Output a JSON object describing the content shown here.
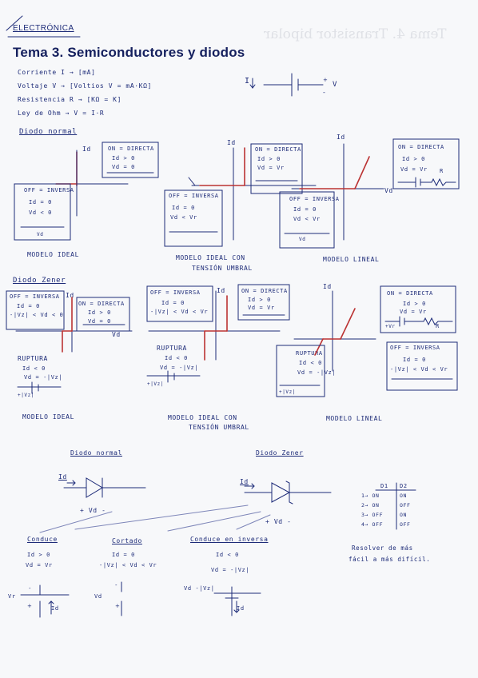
{
  "subject": "ELECTRÓNICA",
  "title": "Tema 3. Semiconductores y diodos",
  "definitions": [
    "Corriente   I  →  [mA]",
    "Voltaje   V  →  [Voltios  V = mA·KΩ]",
    "Resistencia R →  [KΩ = K]",
    "Ley de Ohm  →  V = I·R"
  ],
  "source_labels": {
    "current": "I",
    "voltage": "V"
  },
  "section_normal": "Diodo normal",
  "section_zener": "Diodo Zener",
  "axis": {
    "current": "Id",
    "voltage": "Vd"
  },
  "normal_ideal": {
    "on_box": [
      "ON = DIRECTA",
      "Id > 0",
      "Vd = 0"
    ],
    "off_box": [
      "OFF = INVERSA",
      "Id = 0",
      "Vd < 0"
    ],
    "caption": "MODELO IDEAL"
  },
  "normal_umbral": {
    "on_box": [
      "ON = DIRECTA",
      "Id > 0",
      "Vd = Vr"
    ],
    "off_box": [
      "OFF = INVERSA",
      "Id = 0",
      "Vd < Vr"
    ],
    "caption": [
      "MODELO IDEAL CON",
      "TENSIÓN UMBRAL"
    ]
  },
  "normal_lineal": {
    "on_box": [
      "ON = DIRECTA",
      "Id > 0",
      "Vd = Vr",
      "R"
    ],
    "off_box": [
      "OFF = INVERSA",
      "Id = 0",
      "Vd < Vr"
    ],
    "caption": "MODELO LINEAL"
  },
  "zener_ideal": {
    "off_box": [
      "OFF = INVERSA",
      "Id = 0",
      "-|Vz| < Vd < 0"
    ],
    "on_box": [
      "ON = DIRECTA",
      "Id > 0",
      "Vd = 0"
    ],
    "rupt_box": [
      "RUPTURA",
      "Id < 0",
      "Vd = -|Vz|",
      "+|Vz|"
    ],
    "caption": "MODELO IDEAL"
  },
  "zener_umbral": {
    "off_box": [
      "OFF = INVERSA",
      "Id = 0",
      "-|Vz| < Vd < Vr"
    ],
    "on_box": [
      "ON = DIRECTA",
      "Id > 0",
      "Vd = Vr"
    ],
    "rupt_box": [
      "RUPTURA",
      "Id < 0",
      "Vd = -|Vz|",
      "+|Vz|"
    ],
    "caption": [
      "MODELO IDEAL CON",
      "TENSIÓN UMBRAL"
    ]
  },
  "zener_lineal": {
    "on_box": [
      "ON = DIRECTA",
      "Id > 0",
      "Vd = Vr",
      "+Vr",
      "R"
    ],
    "rupt_box": [
      "RUPTURA",
      "Id < 0",
      "Vd = -|Vz|",
      "+|Vz|"
    ],
    "off_box": [
      "OFF = INVERSA",
      "Id = 0",
      "-|Vz| < Vd < Vr"
    ],
    "caption": "MODELO LINEAL"
  },
  "symbols": {
    "normal": "Diodo normal",
    "zener": "Diodo Zener",
    "vd": "+ Vd -"
  },
  "states": [
    {
      "name": "Conduce",
      "lines": [
        "Id > 0",
        "Vd = Vr"
      ]
    },
    {
      "name": "Cortado",
      "lines": [
        "Id = 0",
        "-|Vz| < Vd < Vr"
      ]
    },
    {
      "name": "Conduce en inversa",
      "lines": [
        "Id < 0",
        "Vd = -|Vz|"
      ]
    }
  ],
  "state_symbols": {
    "vr": "Vr",
    "vd": "Vd",
    "vz": "Vd -|Vz|",
    "id": "Id"
  },
  "table": {
    "header": [
      "D1",
      "D2"
    ],
    "rows": [
      [
        "1→ ON",
        "ON"
      ],
      [
        "2→ ON",
        "OFF"
      ],
      [
        "3→ OFF",
        "ON"
      ],
      [
        "4→ OFF",
        "OFF"
      ]
    ]
  },
  "note": [
    "Resolver de más",
    "fácil a más difícil."
  ],
  "ghost_text": [
    "Tema 4. Transistor bipolar"
  ]
}
